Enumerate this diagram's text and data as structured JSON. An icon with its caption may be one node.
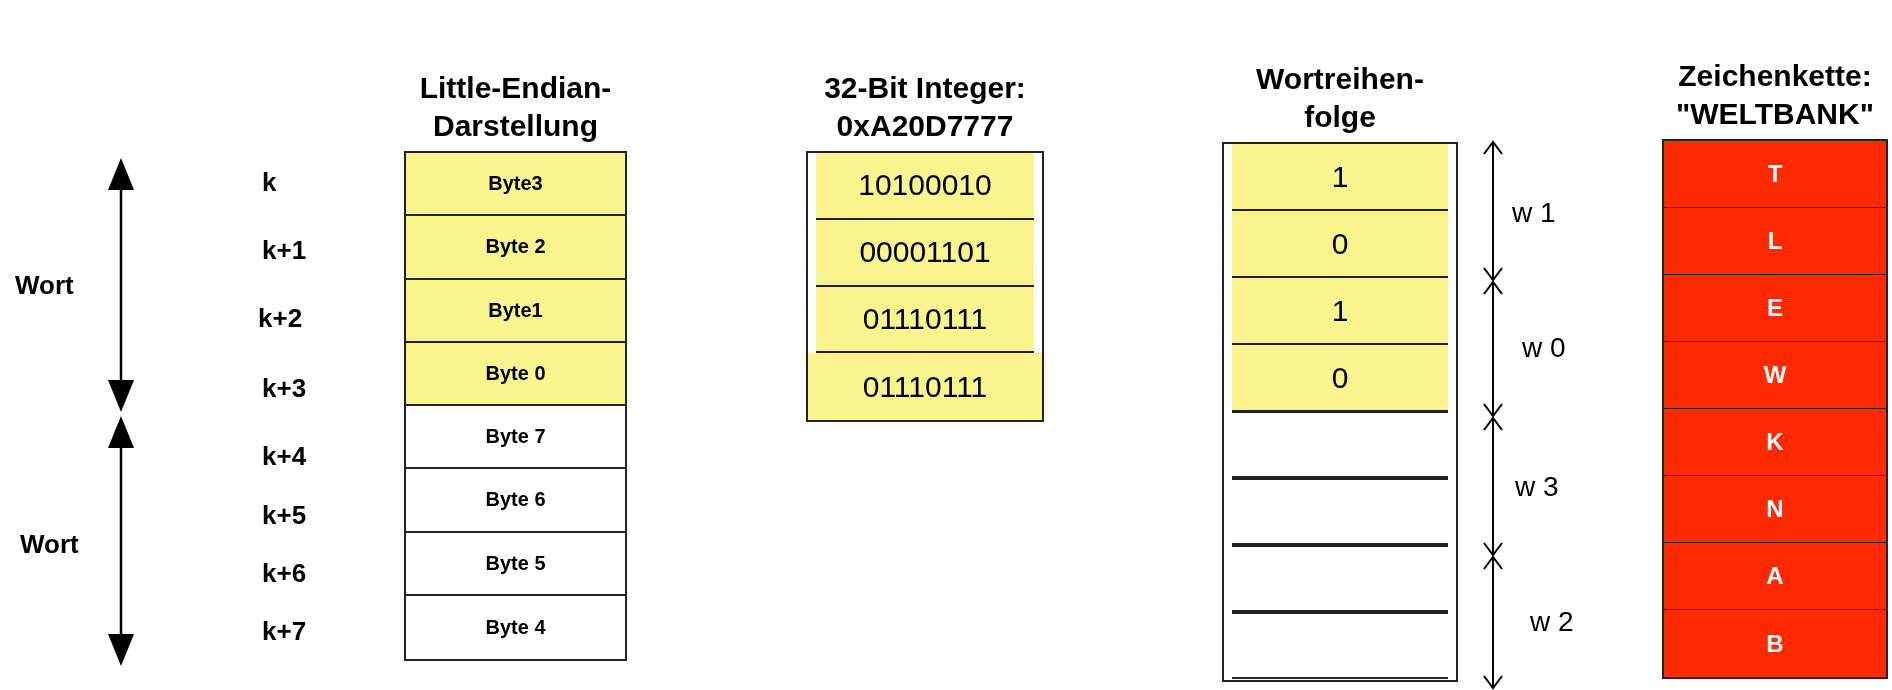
{
  "diagram": {
    "nodes": [
      {
        "text": [
          "Little-Endian- Darstellung"
        ]
      },
      {
        "text": [
          "Byte3"
        ],
        "in": 0
      },
      {
        "text": [
          "Byte 2"
        ],
        "in": 0
      },
      {
        "text": [
          "Byte1"
        ],
        "in": 0
      },
      {
        "text": [
          "Byte 0"
        ],
        "in": 0
      },
      {
        "text": [
          "Byte 7"
        ],
        "in": 0
      },
      {
        "text": [
          "Byte 6"
        ],
        "in": 0
      },
      {
        "text": [
          "Byte 5"
        ],
        "in": 0
      },
      {
        "text": [
          "Byte 4"
        ],
        "in": 0
      },
      {
        "text": [
          "32-Bit Integer: 0xA20D7777"
        ]
      },
      {
        "text": [
          "10100010"
        ],
        "in": 9
      },
      {
        "text": [
          "00001101"
        ],
        "in": 9
      },
      {
        "text": [
          "01110111"
        ],
        "in": 9
      },
      {
        "text": [
          "01110111"
        ],
        "in": 9
      },
      {
        "text": [
          "Wortreihen- folge"
        ]
      },
      {
        "text": [
          "1"
        ],
        "in": 14
      },
      {
        "text": [
          "0"
        ],
        "in": 14
      },
      {
        "text": [
          "1"
        ],
        "in": 14
      },
      {
        "text": [
          "0"
        ],
        "in": 14
      },
      {
        "text": [],
        "shape": "box",
        "in": 14
      },
      {
        "text": [],
        "shape": "box",
        "in": 14
      },
      {
        "text": [],
        "shape": "box",
        "in": 14
      },
      {
        "text": [],
        "shape": "box",
        "in": 14
      },
      {
        "text": [
          "Zeichenkette: \"WELTBANK\""
        ]
      },
      {
        "text": [
          "T"
        ],
        "in": 23
      },
      {
        "text": [
          "L"
        ],
        "in": 23
      },
      {
        "text": [
          "E"
        ],
        "in": 23
      },
      {
        "text": [
          "W"
        ],
        "in": 23
      },
      {
        "text": [
          "K"
        ],
        "in": 23
      },
      {
        "text": [
          "N"
        ],
        "in": 23
      },
      {
        "text": [
          "A"
        ],
        "in": 23
      },
      {
        "text": [
          "B"
        ],
        "in": 23
      }
    ],
    "edges": [],
    "labels": [
      "k",
      "k+1",
      "Wort",
      "k+2",
      "k+3",
      "k+4",
      "k+5",
      "Wort",
      "k+6",
      "k+7",
      "w 1",
      "w 0",
      "w 3",
      "w 2"
    ]
  }
}
